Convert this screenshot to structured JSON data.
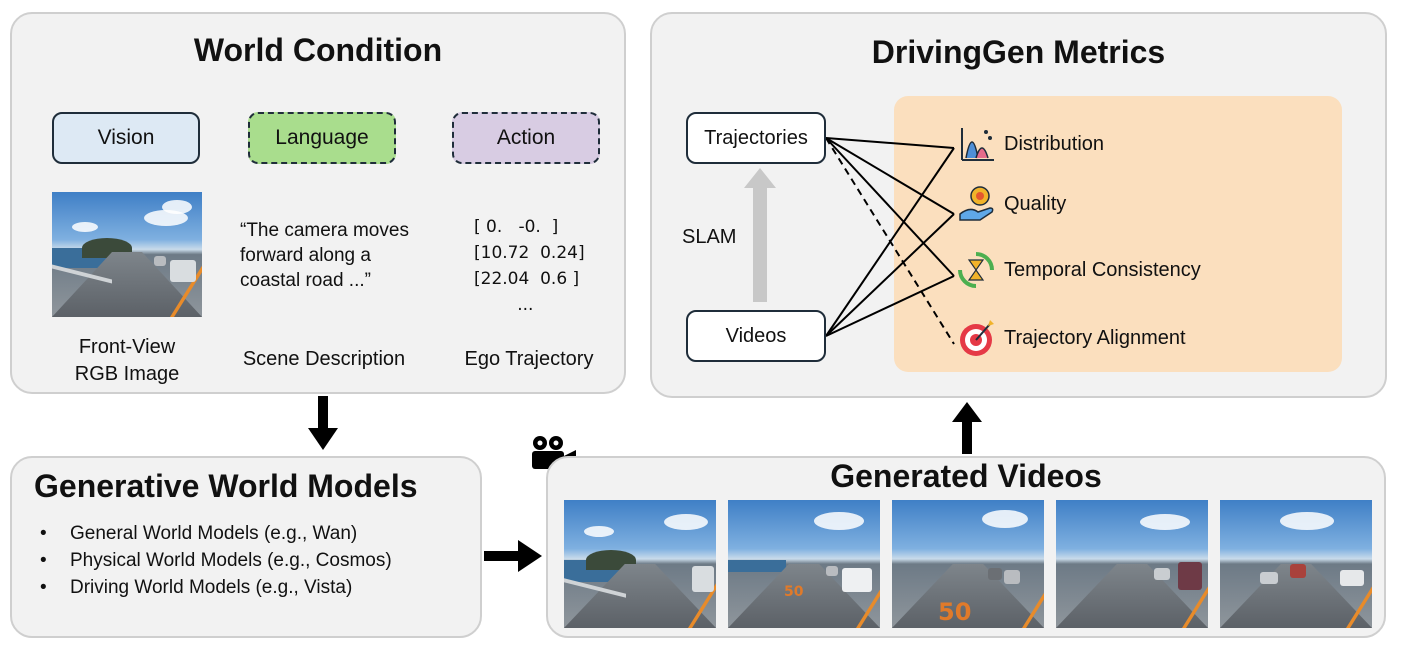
{
  "world_condition": {
    "title": "World Condition",
    "vision_label": "Vision",
    "language_label": "Language",
    "action_label": "Action",
    "language_quote": "“The camera moves\nforward along a\ncoastal road ...”",
    "action_values": "[ 0.   -0.  ]\n[10.72  0.24]\n[22.04  0.6 ]\n        ...",
    "vision_caption": "Front-View\nRGB Image",
    "language_caption": "Scene Description",
    "action_caption": "Ego Trajectory"
  },
  "metrics": {
    "title": "DrivingGen Metrics",
    "trajectories_label": "Trajectories",
    "videos_label": "Videos",
    "slam_label": "SLAM",
    "items": [
      {
        "label": "Distribution",
        "icon": "distribution-chart-icon"
      },
      {
        "label": "Quality",
        "icon": "quality-award-icon"
      },
      {
        "label": "Temporal Consistency",
        "icon": "hourglass-cycle-icon"
      },
      {
        "label": "Trajectory Alignment",
        "icon": "target-arrow-icon"
      }
    ]
  },
  "generative": {
    "title": "Generative World Models",
    "items": [
      "General World Models (e.g., Wan)",
      "Physical World Models (e.g., Cosmos)",
      "Driving World Models (e.g., Vista)"
    ]
  },
  "generated": {
    "title": "Generated Videos",
    "frame_count": 5,
    "road_marking_text": "50"
  },
  "colors": {
    "vision_fill": "#dde9f4",
    "language_fill": "#a9dd8d",
    "action_fill": "#d8cce3",
    "metric_zone_fill": "#fbdfbe",
    "panel_fill": "#f2f2f2"
  }
}
